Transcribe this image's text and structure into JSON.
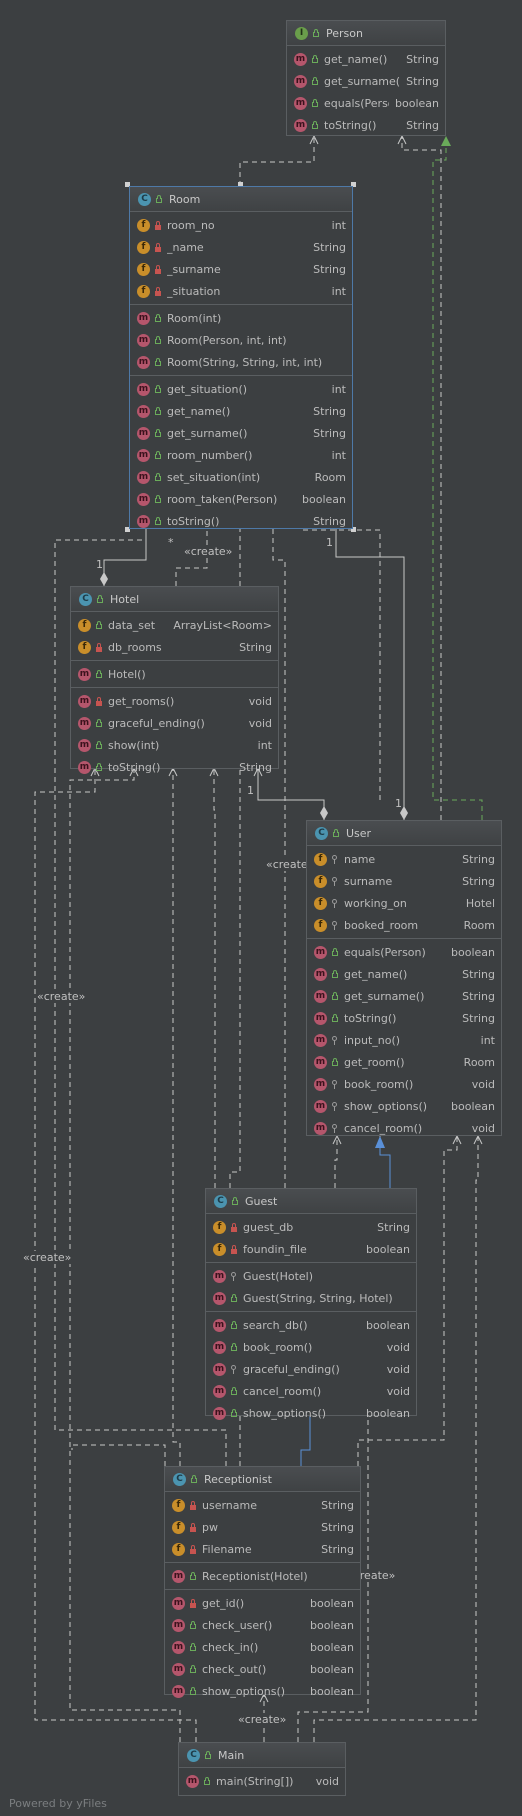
{
  "diagram": {
    "footer": "Powered by yFiles",
    "classes": {
      "person": {
        "name": "Person",
        "kind": "I",
        "members": [
          {
            "label": "get_name()",
            "type": "String"
          },
          {
            "label": "get_surname()",
            "type": "String"
          },
          {
            "label": "equals(Person)",
            "type": "boolean"
          },
          {
            "label": "toString()",
            "type": "String"
          }
        ]
      },
      "room": {
        "name": "Room",
        "kind": "C",
        "fields": [
          {
            "label": "room_no",
            "type": "int"
          },
          {
            "label": "_name",
            "type": "String"
          },
          {
            "label": "_surname",
            "type": "String"
          },
          {
            "label": "_situation",
            "type": "int"
          }
        ],
        "constructors": [
          {
            "label": "Room(int)",
            "type": ""
          },
          {
            "label": "Room(Person, int, int)",
            "type": ""
          },
          {
            "label": "Room(String, String, int, int)",
            "type": ""
          }
        ],
        "methods": [
          {
            "label": "get_situation()",
            "type": "int"
          },
          {
            "label": "get_name()",
            "type": "String"
          },
          {
            "label": "get_surname()",
            "type": "String"
          },
          {
            "label": "room_number()",
            "type": "int"
          },
          {
            "label": "set_situation(int)",
            "type": "Room"
          },
          {
            "label": "room_taken(Person)",
            "type": "boolean"
          },
          {
            "label": "toString()",
            "type": "String"
          }
        ]
      },
      "hotel": {
        "name": "Hotel",
        "kind": "C",
        "fields": [
          {
            "label": "data_set",
            "type": "ArrayList<Room>"
          },
          {
            "label": "db_rooms",
            "type": "String"
          }
        ],
        "constructors": [
          {
            "label": "Hotel()",
            "type": ""
          }
        ],
        "methods": [
          {
            "label": "get_rooms()",
            "type": "void"
          },
          {
            "label": "graceful_ending()",
            "type": "void"
          },
          {
            "label": "show(int)",
            "type": "int"
          },
          {
            "label": "toString()",
            "type": "String"
          }
        ]
      },
      "user": {
        "name": "User",
        "kind": "C",
        "fields": [
          {
            "label": "name",
            "type": "String"
          },
          {
            "label": "surname",
            "type": "String"
          },
          {
            "label": "working_on",
            "type": "Hotel"
          },
          {
            "label": "booked_room",
            "type": "Room"
          }
        ],
        "methods": [
          {
            "label": "equals(Person)",
            "type": "boolean"
          },
          {
            "label": "get_name()",
            "type": "String"
          },
          {
            "label": "get_surname()",
            "type": "String"
          },
          {
            "label": "toString()",
            "type": "String"
          },
          {
            "label": "input_no()",
            "type": "int"
          },
          {
            "label": "get_room()",
            "type": "Room"
          },
          {
            "label": "book_room()",
            "type": "void"
          },
          {
            "label": "show_options()",
            "type": "boolean"
          },
          {
            "label": "cancel_room()",
            "type": "void"
          }
        ]
      },
      "guest": {
        "name": "Guest",
        "kind": "C",
        "fields": [
          {
            "label": "guest_db",
            "type": "String"
          },
          {
            "label": "foundin_file",
            "type": "boolean"
          }
        ],
        "constructors": [
          {
            "label": "Guest(Hotel)",
            "type": ""
          },
          {
            "label": "Guest(String, String, Hotel)",
            "type": ""
          }
        ],
        "methods": [
          {
            "label": "search_db()",
            "type": "boolean"
          },
          {
            "label": "book_room()",
            "type": "void"
          },
          {
            "label": "graceful_ending()",
            "type": "void"
          },
          {
            "label": "cancel_room()",
            "type": "void"
          },
          {
            "label": "show_options()",
            "type": "boolean"
          }
        ]
      },
      "receptionist": {
        "name": "Receptionist",
        "kind": "C",
        "fields": [
          {
            "label": "username",
            "type": "String"
          },
          {
            "label": "pw",
            "type": "String"
          },
          {
            "label": "Filename",
            "type": "String"
          }
        ],
        "constructors": [
          {
            "label": "Receptionist(Hotel)",
            "type": ""
          }
        ],
        "methods": [
          {
            "label": "get_id()",
            "type": "boolean"
          },
          {
            "label": "check_user()",
            "type": "boolean"
          },
          {
            "label": "check_in()",
            "type": "boolean"
          },
          {
            "label": "check_out()",
            "type": "boolean"
          },
          {
            "label": "show_options()",
            "type": "boolean"
          }
        ]
      },
      "main": {
        "name": "Main",
        "kind": "C",
        "methods": [
          {
            "label": "main(String[])",
            "type": "void"
          }
        ]
      }
    },
    "labels": {
      "create": "«create»",
      "many": "*",
      "one": "1"
    }
  }
}
